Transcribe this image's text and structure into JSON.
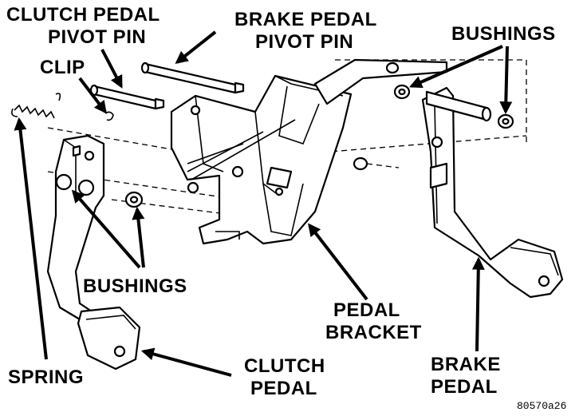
{
  "labels": {
    "clutch_pedal_pivot_pin_line1": "CLUTCH PEDAL",
    "clutch_pedal_pivot_pin_line2": "PIVOT PIN",
    "brake_pedal_pivot_pin_line1": "BRAKE PEDAL",
    "brake_pedal_pivot_pin_line2": "PIVOT PIN",
    "clip": "CLIP",
    "bushings_right": "BUSHINGS",
    "bushings_left": "BUSHINGS",
    "spring": "SPRING",
    "clutch_pedal_line1": "CLUTCH",
    "clutch_pedal_line2": "PEDAL",
    "pedal_bracket_line1": "PEDAL",
    "pedal_bracket_line2": "BRACKET",
    "brake_pedal_line1": "BRAKE",
    "brake_pedal_line2": "PEDAL"
  },
  "figure_code": "80570a26"
}
